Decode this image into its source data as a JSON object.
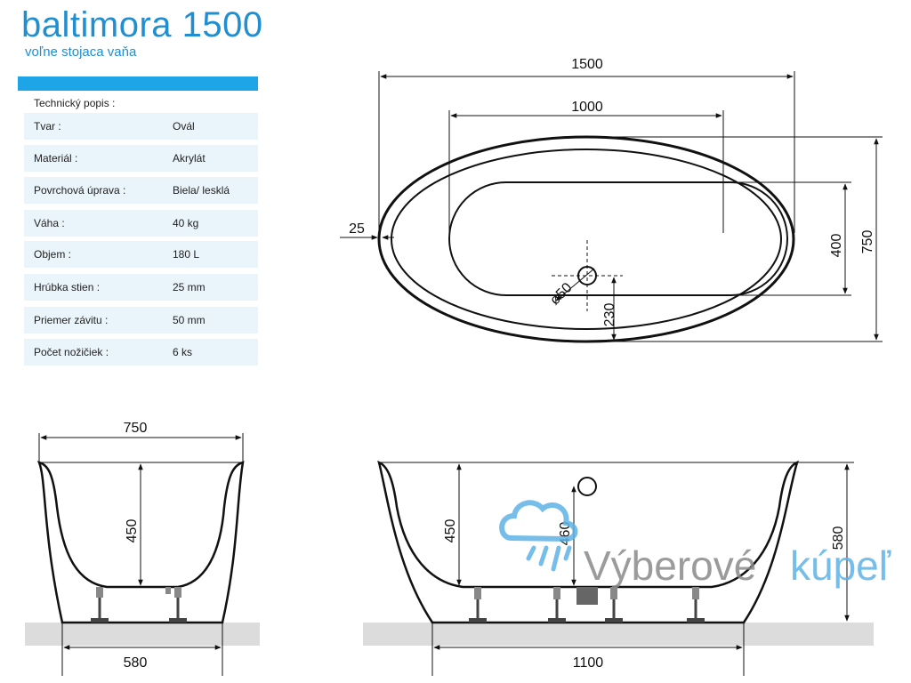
{
  "header": {
    "title": "baltimora 1500",
    "subtitle": "voľne stojaca vaňa"
  },
  "specs": {
    "heading": "Technický popis :",
    "rows": [
      {
        "label": "Tvar :",
        "value": "Ovál"
      },
      {
        "label": "Materiál :",
        "value": "Akrylát"
      },
      {
        "label": "Povrchová úprava :",
        "value": "Biela/ lesklá"
      },
      {
        "label": "Váha :",
        "value": "40 kg"
      },
      {
        "label": "Objem :",
        "value": "180 L"
      },
      {
        "label": "Hrúbka stien :",
        "value": "25 mm"
      },
      {
        "label": "Priemer závitu :",
        "value": "50 mm"
      },
      {
        "label": "Počet nožičiek :",
        "value": "6 ks"
      }
    ]
  },
  "dimensions": {
    "top_length": "1500",
    "top_inner_length": "1000",
    "top_width": "750",
    "top_inner_width": "400",
    "wall": "25",
    "drain_diameter": "ø50",
    "drain_offset": "230",
    "side_width": "750",
    "side_depth": "450",
    "side_base": "580",
    "front_depth": "450",
    "front_overflow": "460",
    "front_height": "580",
    "front_base": "1100"
  },
  "watermark": {
    "part1": "Výberové",
    "part2": "kúpeľ"
  },
  "colors": {
    "brand_blue": "#1f8fd2",
    "bar_blue": "#1ea5e8",
    "row_bg": "#eaf4fb",
    "floor": "#dcdcdc",
    "watermark_gray": "#8a8a8a",
    "watermark_blue": "#5fb3e6"
  }
}
